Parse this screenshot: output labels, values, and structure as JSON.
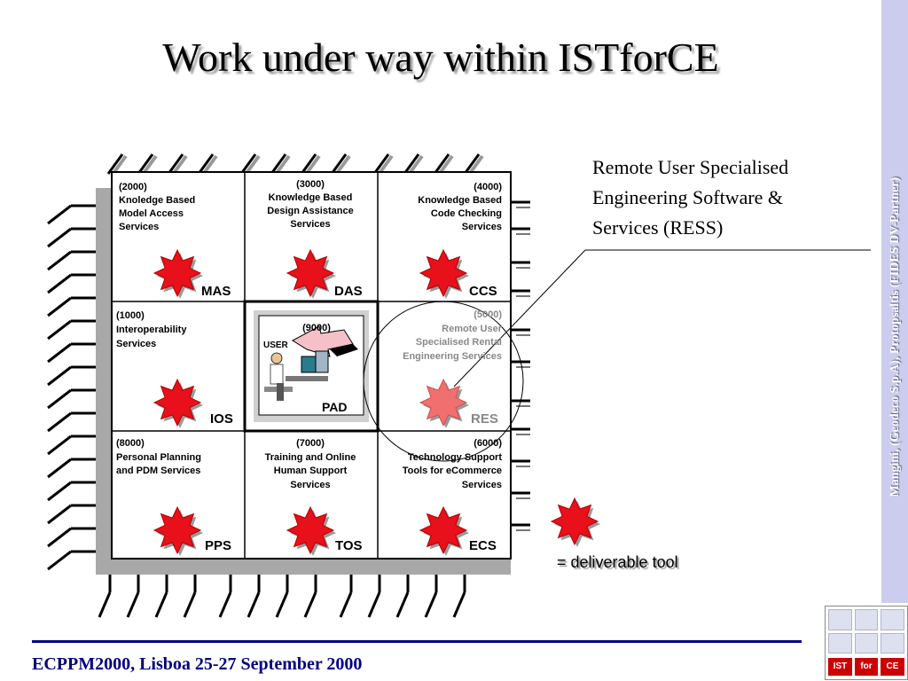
{
  "title": "Work under way within ISTforCE",
  "side_note": "Mangini, (Geodeco S.p.A), Protopsaltis (FIDES DV-Partner)",
  "description": [
    "Remote User Specialised",
    "Engineering Software &",
    "Services (RESS)"
  ],
  "cells": [
    {
      "id": "2000",
      "lines": [
        "(2000)",
        "Knoledge Based",
        "Model Access",
        "Services"
      ],
      "code": "MAS"
    },
    {
      "id": "3000",
      "lines": [
        "(3000)",
        "Knowledge Based",
        "Design Assistance",
        "Services"
      ],
      "code": "DAS"
    },
    {
      "id": "4000",
      "lines": [
        "(4000)",
        "Knowledge Based",
        "Code Checking",
        "Services"
      ],
      "code": "CCS"
    },
    {
      "id": "1000",
      "lines": [
        "(1000)",
        "Interoperability",
        "Services"
      ],
      "code": "IOS"
    },
    {
      "id": "9000",
      "lines": [
        "(9000)"
      ],
      "code": "PAD",
      "user": "USER"
    },
    {
      "id": "5000",
      "lines": [
        "(5000)",
        "Remote User",
        "Specialised  Rental",
        "Engineering Services"
      ],
      "code": "RES"
    },
    {
      "id": "8000",
      "lines": [
        "(8000)",
        "Personal Planning",
        "and PDM Services"
      ],
      "code": "PPS"
    },
    {
      "id": "7000",
      "lines": [
        "(7000)",
        "Training and Online",
        "Human Support",
        "Services"
      ],
      "code": "TOS"
    },
    {
      "id": "6000",
      "lines": [
        "(6000)",
        "Technology Support",
        "Tools for  eCommerce",
        "Services"
      ],
      "code": "ECS"
    }
  ],
  "legend": "= deliverable tool",
  "footer": "ECPPM2000, Lisboa 25-27 September 2000",
  "logo": {
    "words": [
      "IST",
      "for",
      "CE"
    ]
  },
  "colors": {
    "star": "#e8101a",
    "star_faded": "#f07070",
    "footer": "#000080",
    "sidebar": "#ccccee"
  }
}
